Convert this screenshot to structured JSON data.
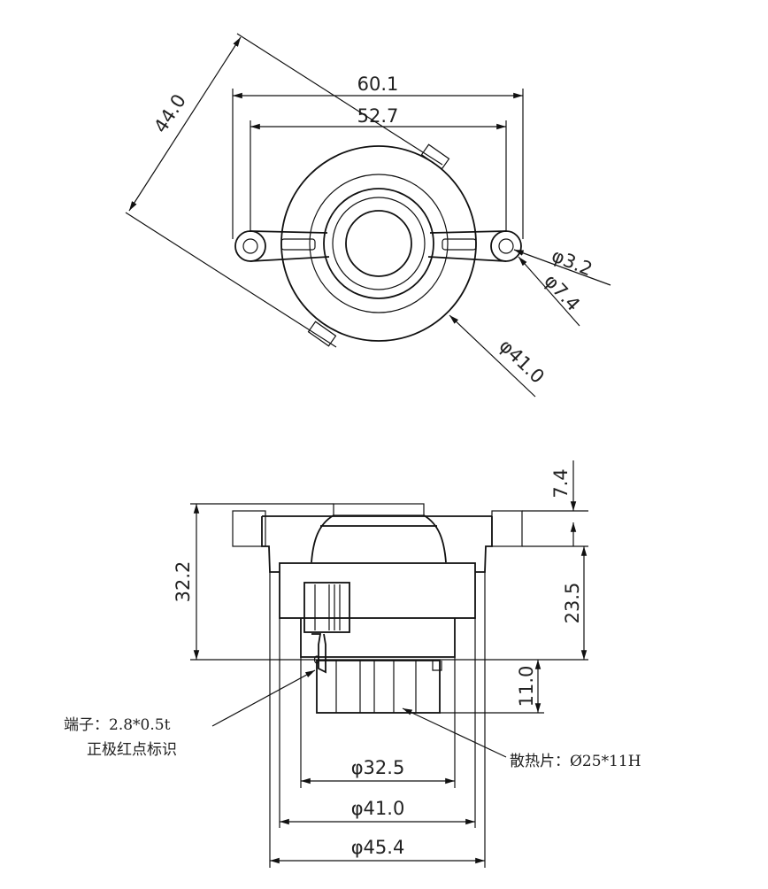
{
  "top_view": {
    "dim_width_outer": "60.1",
    "dim_hole_spacing": "52.7",
    "dim_diagonal": "44.0",
    "dim_hole_diameter": "φ3.2",
    "dim_boss_diameter": "φ7.4",
    "dim_body_diameter": "φ41.0"
  },
  "side_view": {
    "dim_total_height": "32.2",
    "dim_cap_height": "7.4",
    "dim_body_height": "23.5",
    "dim_heatsink_height": "11.0",
    "dim_d1": "φ32.5",
    "dim_d2": "φ41.0",
    "dim_d3": "φ45.4",
    "terminal_note_line1": "端子：2.8*0.5t",
    "terminal_note_line2": "正极红点标识",
    "heatsink_note": "散热片：Ø25*11H"
  }
}
